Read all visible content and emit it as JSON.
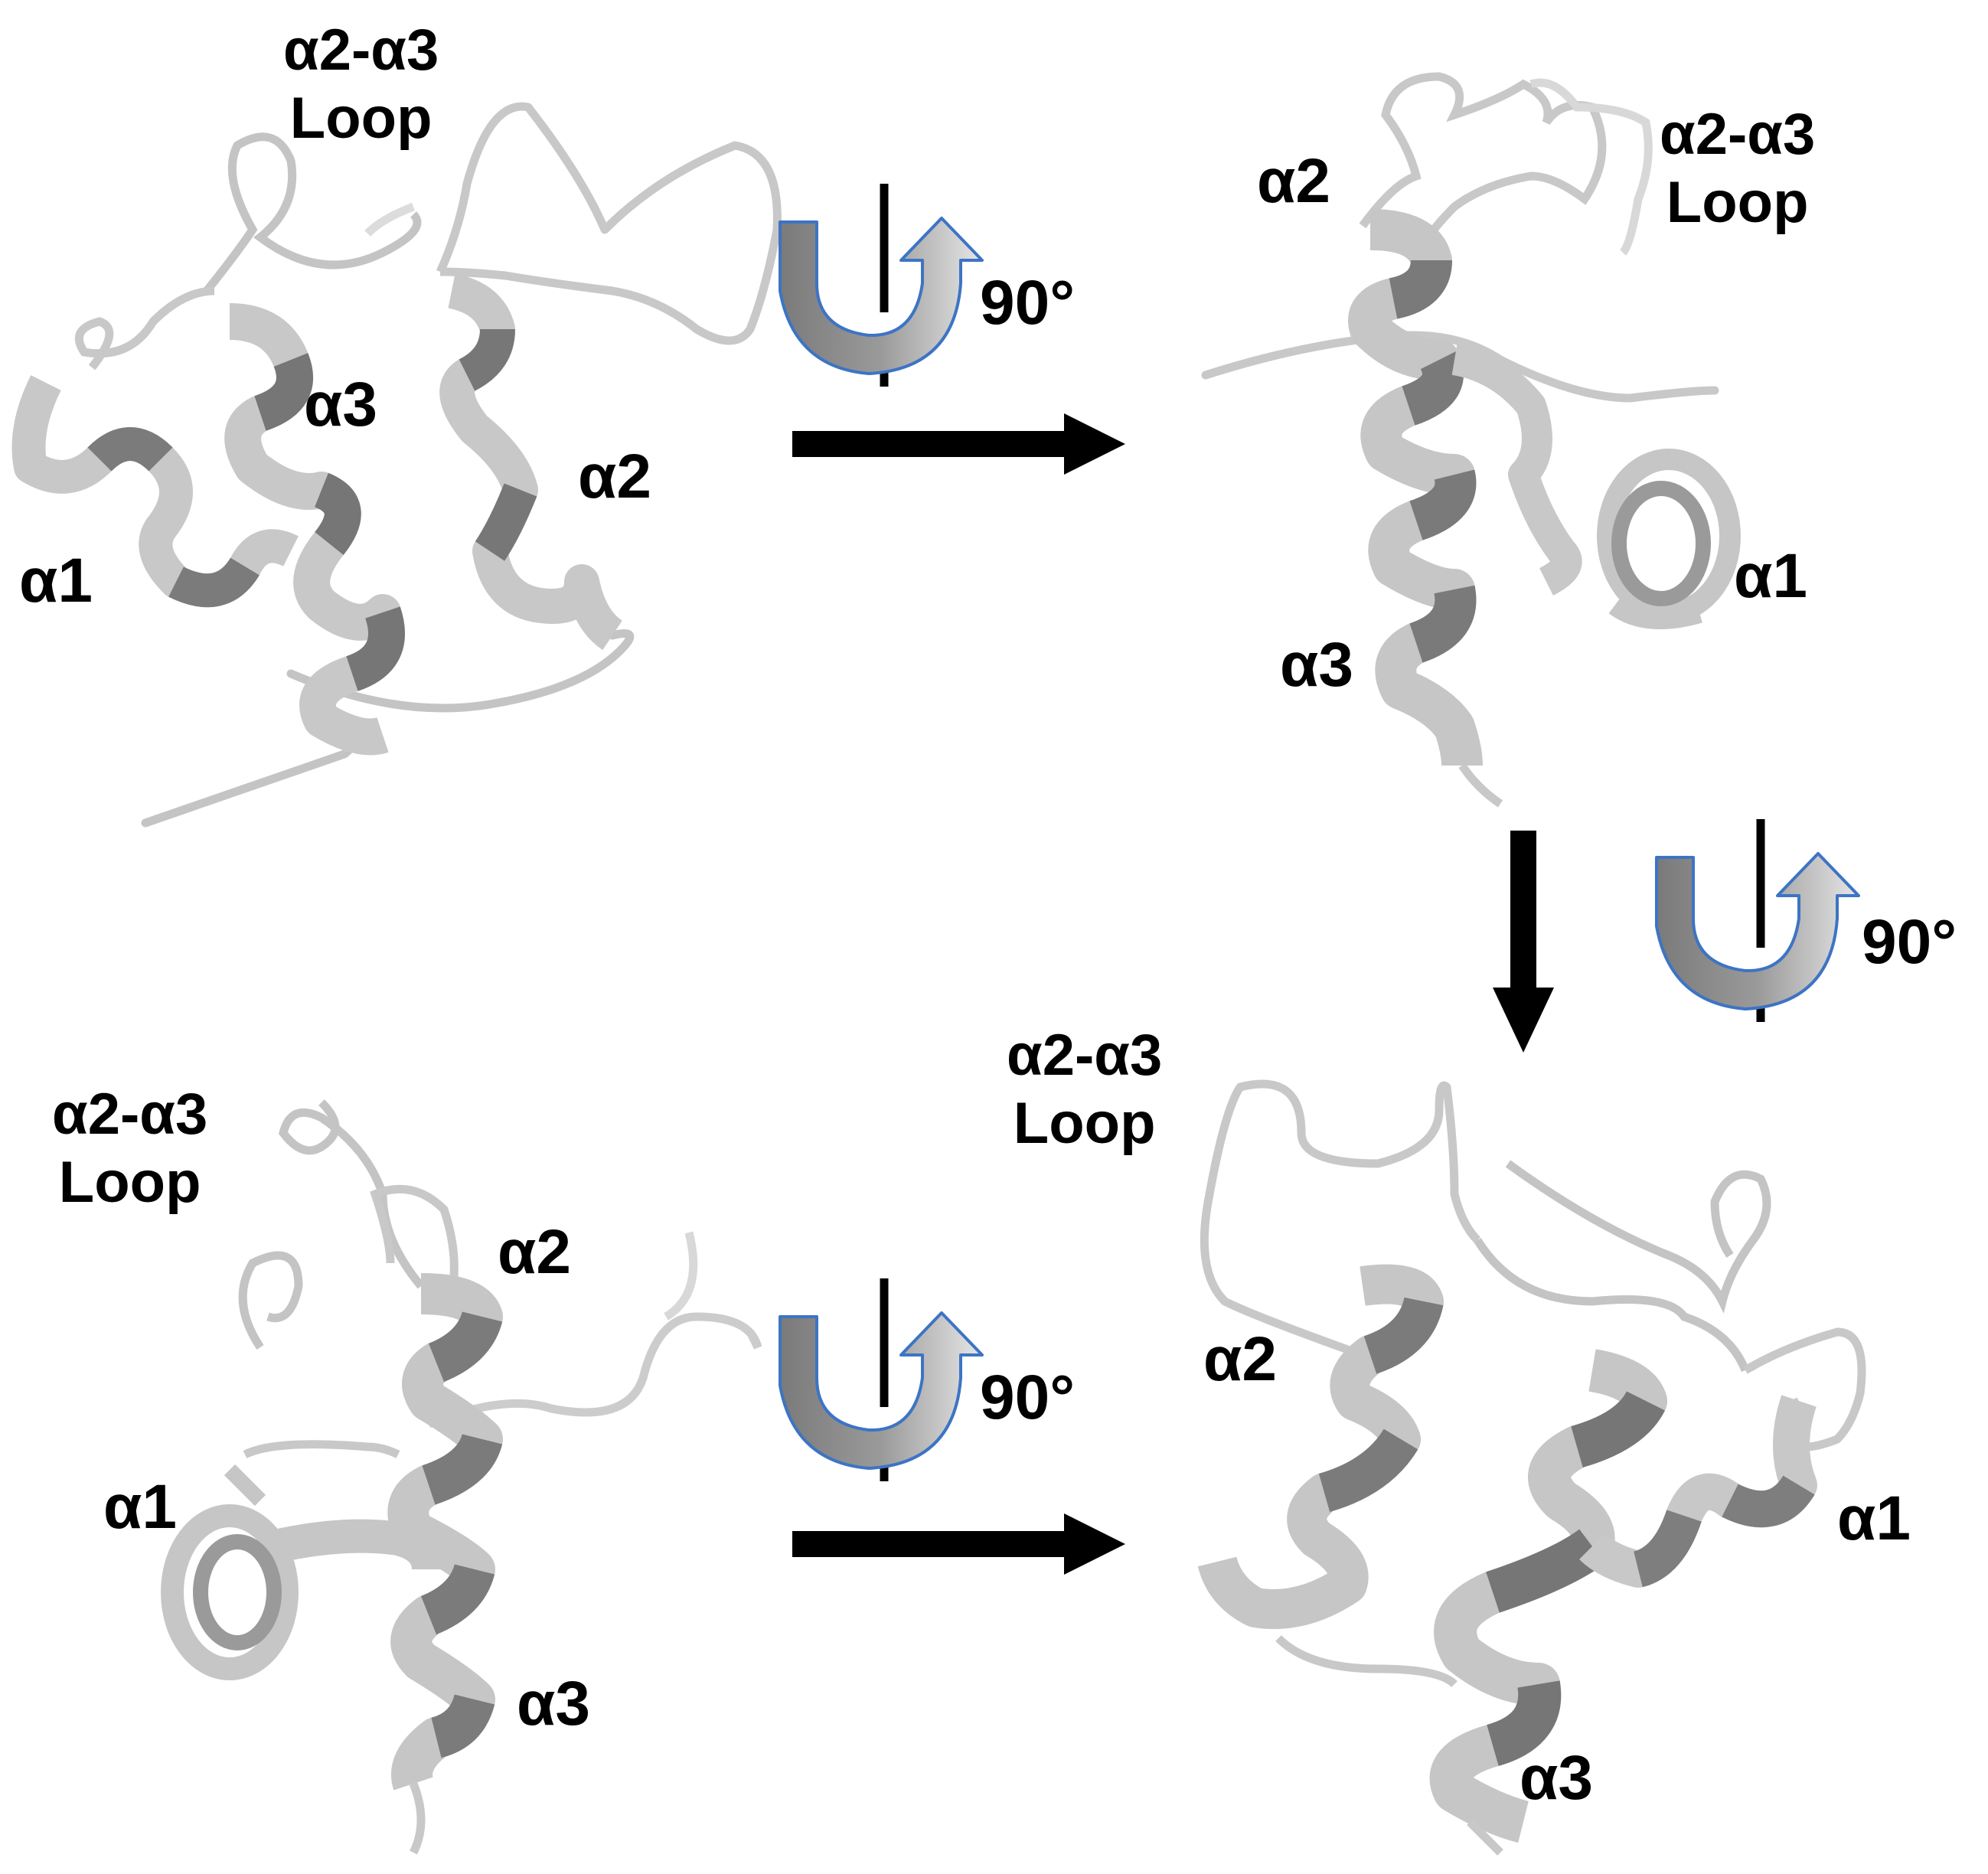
{
  "colors": {
    "ribbon_light": "#c8c8c8",
    "ribbon_dark": "#777777",
    "coil": "#c4c4c4",
    "arrow": "#000000",
    "rotation_arrow_outline": "#3d74c4",
    "rotation_arrow_fill": "#9a9a9a"
  },
  "icons": [
    "rotation-arrow-icon",
    "right-arrow-icon",
    "down-arrow-icon"
  ],
  "panels": {
    "top_left": {
      "loop_line1": "α2-α3",
      "loop_line2": "Loop",
      "helix_a1": "α1",
      "helix_a2": "α2",
      "helix_a3": "α3"
    },
    "top_right": {
      "loop_line1": "α2-α3",
      "loop_line2": "Loop",
      "helix_a1": "α1",
      "helix_a2": "α2",
      "helix_a3": "α3"
    },
    "bottom_left": {
      "loop_line1": "α2-α3",
      "loop_line2": "Loop",
      "helix_a1": "α1",
      "helix_a2": "α2",
      "helix_a3": "α3"
    },
    "bottom_right": {
      "loop_line1": "α2-α3",
      "loop_line2": "Loop",
      "helix_a1": "α1",
      "helix_a2": "α2",
      "helix_a3": "α3"
    }
  },
  "rotations": {
    "top": "90°",
    "right": "90°",
    "bottom": "90°"
  }
}
